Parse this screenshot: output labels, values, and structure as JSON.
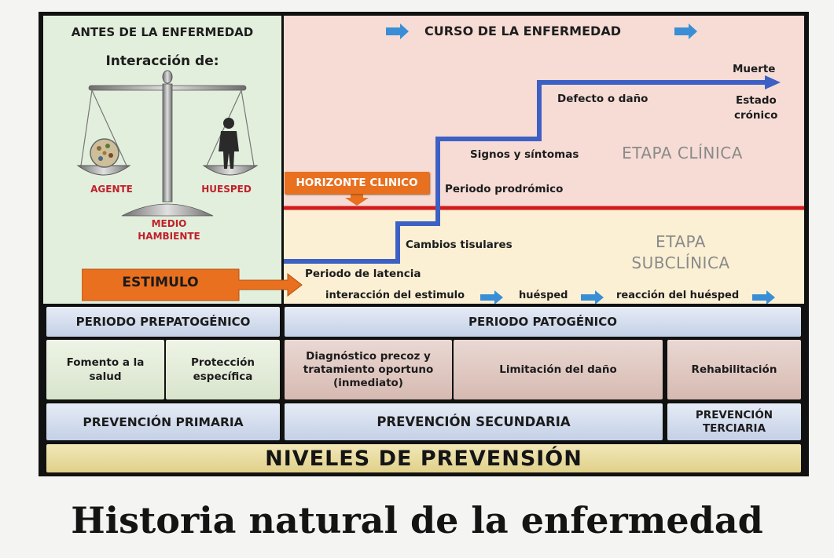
{
  "before": {
    "title": "ANTES DE LA ENFERMEDAD",
    "interaction": "Interacción de:",
    "agent": "AGENTE",
    "host": "HUESPED",
    "environment_line1": "MEDIO",
    "environment_line2": "HAMBIENTE"
  },
  "course": {
    "title": "CURSO DE LA ENFERMEDAD"
  },
  "stimulus": "ESTIMULO",
  "horizon": "HORIZONTE CLINICO",
  "stages": {
    "latency": "Periodo de latencia",
    "tissue": "Cambios tisulares",
    "prodromal": "Periodo prodrómico",
    "signs": "Signos y síntomas",
    "defect": "Defecto o daño",
    "death": "Muerte",
    "chronic_line1": "Estado",
    "chronic_line2": "crónico"
  },
  "clinical_stage": "ETAPA CLÍNICA",
  "subclinical_stage_line1": "ETAPA",
  "subclinical_stage_line2": "SUBCLÍNICA",
  "interaction_chain": {
    "stimulus": "interacción del estimulo",
    "host": "huésped",
    "reaction": "reacción del huésped"
  },
  "periods": {
    "prepathogenic": "PERIODO PREPATOGÉNICO",
    "pathogenic": "PERIODO PATOGÉNICO"
  },
  "actions": {
    "health_promotion": "Fomento a la salud",
    "specific_protection": "Protección específica",
    "early_diagnosis": "Diagnóstico precoz y tratamiento oportuno (inmediato)",
    "damage_limitation": "Limitación del daño",
    "rehabilitation": "Rehabilitación"
  },
  "prevention": {
    "primary": "PREVENCIÓN PRIMARIA",
    "secondary": "PREVENCIÓN SECUNDARIA",
    "tertiary_line1": "PREVENCIÓN",
    "tertiary_line2": "TERCIARIA"
  },
  "levels": "NIVELES DE PREVENSIÓN",
  "caption": "Historia natural de la enfermedad",
  "colors": {
    "clinical_bg": "#f6dcd5",
    "subclinical_bg": "#fbf0d4",
    "prepathogenic_bg": "#e3efdd",
    "course_line": "#3d60c4",
    "horizon_line": "#d11b1b",
    "stimulus_arrow": "#e8701f",
    "chain_arrow": "#3a8ed6",
    "levels_bg": "#eadc9c"
  }
}
